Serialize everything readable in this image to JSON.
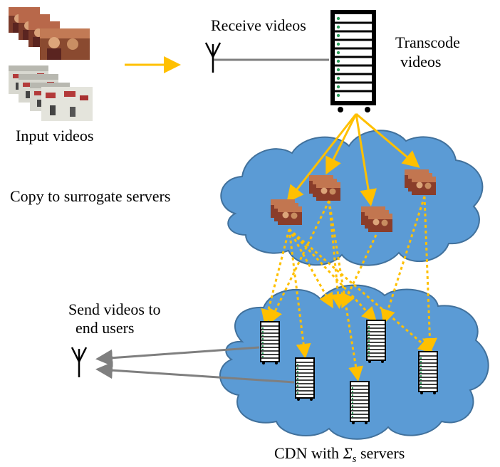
{
  "labels": {
    "input_videos": "Input videos",
    "receive_videos": "Receive videos",
    "transcode_line1": "Transcode",
    "transcode_line2": "videos",
    "copy_to_surrogate": "Copy to surrogate servers",
    "send_line1": "Send videos to",
    "send_line2": "end users",
    "cdn_prefix": "CDN with ",
    "cdn_symbol": "Σ",
    "cdn_subscript": "s",
    "cdn_suffix": " servers"
  },
  "colors": {
    "cloud_fill": "#5b9bd5",
    "cloud_stroke": "#41719c",
    "arrow_yellow": "#ffc000",
    "arrow_gray": "#7f7f7f",
    "server_body": "#000000",
    "server_led": "#2e9e5b"
  },
  "icons": {
    "antenna": "antenna-icon",
    "server": "server-rack-icon",
    "video_stack": "video-thumbnail-stack-icon"
  }
}
